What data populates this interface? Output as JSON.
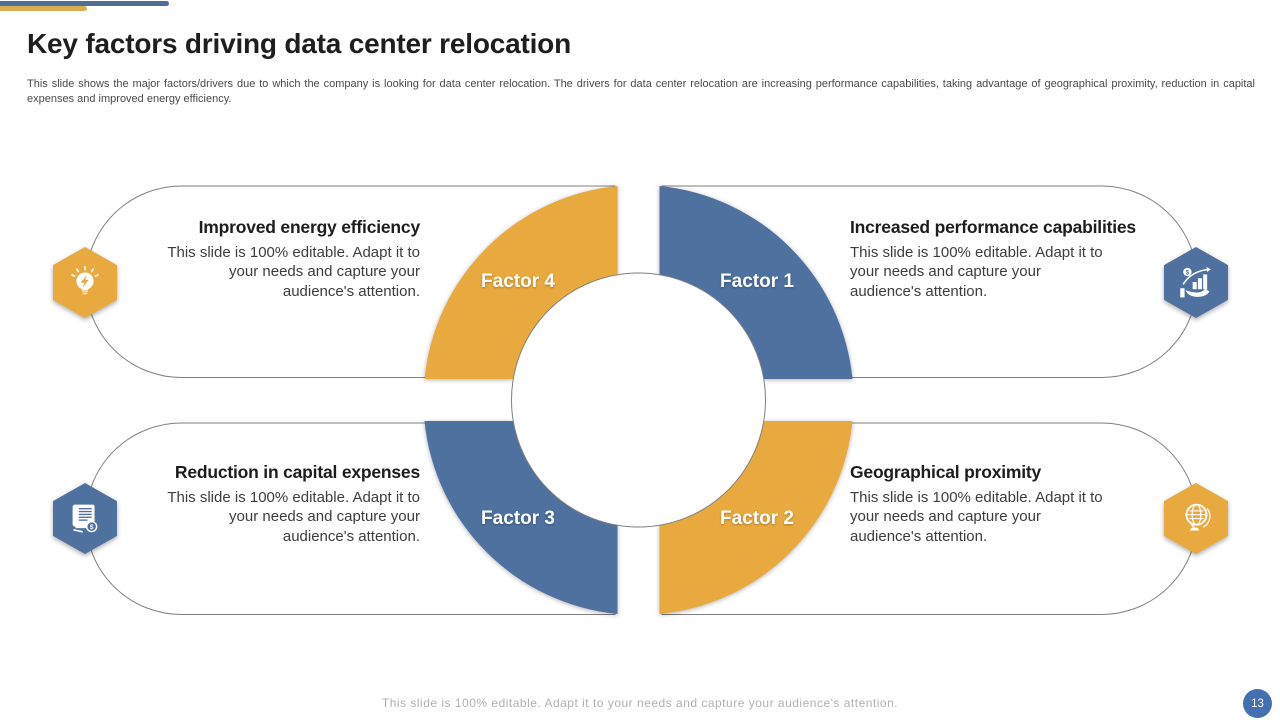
{
  "header": {
    "title": "Key factors driving data center relocation",
    "subtitle": "This slide shows the major factors/drivers due to which the company is looking for data center relocation. The drivers for data center relocation are increasing performance capabilities, taking advantage of geographical proximity, reduction in capital expenses and improved energy efficiency."
  },
  "diagram": {
    "quadrants": [
      {
        "factor_label": "Factor 1",
        "position": "top-right",
        "color": "blue",
        "icon": "growth-hand-icon",
        "title": "Increased performance capabilities",
        "description": "This slide is 100% editable. Adapt it to your needs and capture your audience's attention."
      },
      {
        "factor_label": "Factor 2",
        "position": "bottom-right",
        "color": "gold",
        "icon": "globe-icon",
        "title": "Geographical proximity",
        "description": "This slide is 100% editable. Adapt it to your needs and capture your audience's attention."
      },
      {
        "factor_label": "Factor 3",
        "position": "bottom-left",
        "color": "blue",
        "icon": "invoice-icon",
        "title": "Reduction in capital expenses",
        "description": "This slide is 100% editable. Adapt it to your needs and capture your audience's attention."
      },
      {
        "factor_label": "Factor 4",
        "position": "top-left",
        "color": "gold",
        "icon": "lightbulb-icon",
        "title": "Improved energy efficiency",
        "description": "This slide is 100% editable. Adapt it to your needs and capture your audience's attention."
      }
    ]
  },
  "icons": {
    "coin_symbol": "$"
  },
  "footer": {
    "note": "This slide is 100% editable. Adapt it to your needs and capture your audience's attention.",
    "page_number": "13"
  },
  "colors": {
    "gold": "#E8A93E",
    "blue": "#4E71A0",
    "page_badge": "#4470B2",
    "accent_bar_blue": "#4E6E96",
    "accent_bar_gold": "#D9AE52"
  }
}
